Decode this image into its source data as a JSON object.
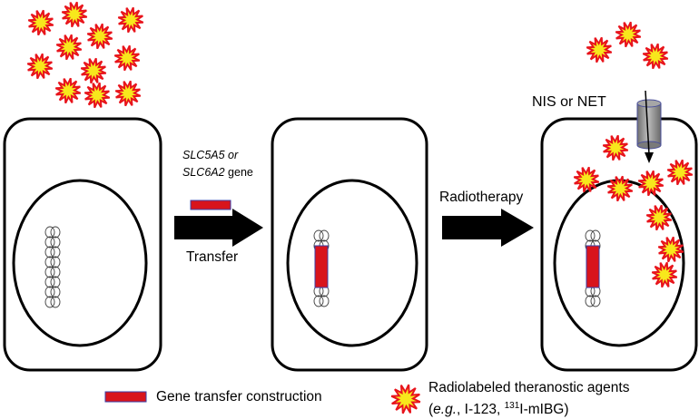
{
  "figure": {
    "gene_label_line1": "SLC5A5 or",
    "gene_label_line2_italic": "SLC6A2",
    "gene_label_line2_rest": " gene",
    "transfer_label": "Transfer",
    "radiotherapy_label": "Radiotherapy",
    "transporter_label": "NIS or NET"
  },
  "legend": {
    "gene_construct": "Gene transfer construction",
    "agents_line1": "Radiolabeled theranostic agents",
    "agents_eg": "e.g.",
    "agents_line2_a": ", I-123, ",
    "agents_sup": "131",
    "agents_line2_b": "I-mIBG)"
  },
  "colors": {
    "gene_red": "#d8141c",
    "gene_border": "#3a3fa8",
    "star_fill": "#f7e81c",
    "star_stroke": "#e8141c",
    "channel_gray": "#8c8c8c"
  }
}
